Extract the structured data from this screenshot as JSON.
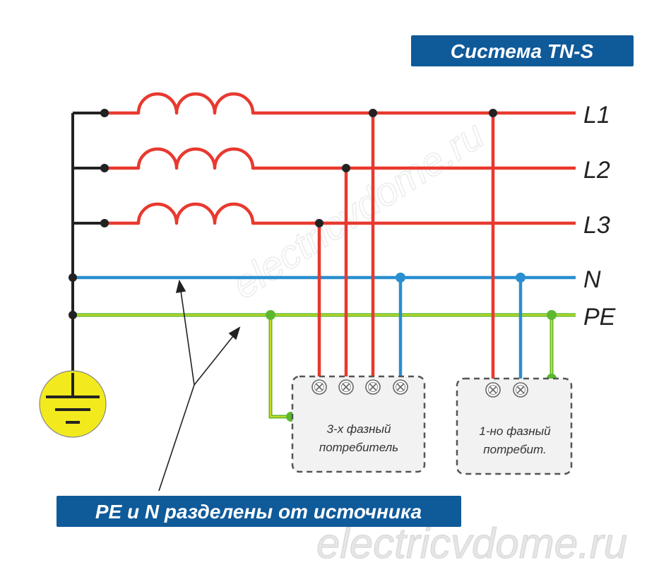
{
  "title": "Система TN-S",
  "lines": {
    "l1": "L1",
    "l2": "L2",
    "l3": "L3",
    "n": "N",
    "pe": "PE"
  },
  "consumers": {
    "three_phase": [
      "3-х фазный",
      "потребитель"
    ],
    "single_phase": [
      "1-но фазный",
      "потребит."
    ]
  },
  "note": "PE и N разделены от источника",
  "watermark": "electricvdome.ru",
  "colors": {
    "phase": "#e8392f",
    "neutral": "#2a8fd0",
    "pe_green": "#5cb82e",
    "pe_yellow": "#e6e61e",
    "ground": "#f2ea1d",
    "banner": "#0f5a99",
    "ink": "#222222"
  }
}
